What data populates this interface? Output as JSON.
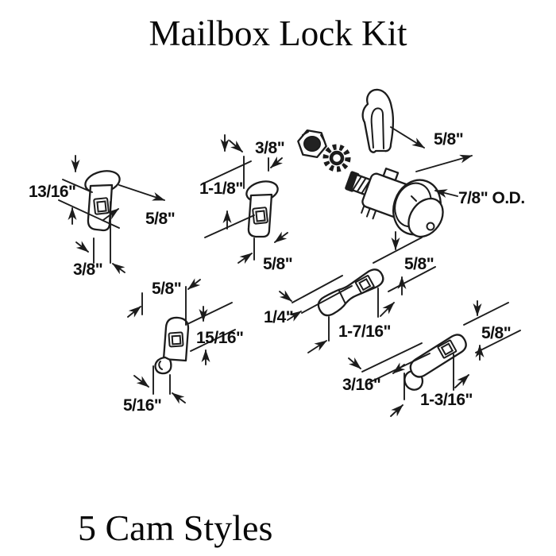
{
  "title": "Mailbox Lock Kit",
  "caption": "5 Cam Styles",
  "colors": {
    "background": "#ffffff",
    "ink": "#1c1c1c"
  },
  "parts": {
    "clip": "retaining-clip",
    "nut": "hex-nut",
    "washer": "star-lock-washer",
    "lock": "lock-cylinder-with-key",
    "cam1": "vertical-cam-left",
    "cam2": "vertical-cam-middle",
    "cam3": "hook-cam",
    "cam4": "flat-offset-cam",
    "cam5": "flat-cam"
  },
  "dimensions": {
    "clip_width": "5/8\"",
    "lock_od": "7/8\" O.D.",
    "cam2_tab": "3/8\"",
    "cam2_height": "1-1/8\"",
    "cam2_width": "5/8\"",
    "cam1_height": "13/16\"",
    "cam1_width": "5/8\"",
    "cam1_offset": "3/8\"",
    "cam3_width": "5/8\"",
    "cam3_height": "15/16\"",
    "cam3_hook": "5/16\"",
    "cam4_width": "5/8\"",
    "cam4_thickness": "1/4\"",
    "cam4_length": "1-7/16\"",
    "cam5_width": "5/8\"",
    "cam5_thickness": "3/16\"",
    "cam5_length": "1-3/16\""
  }
}
